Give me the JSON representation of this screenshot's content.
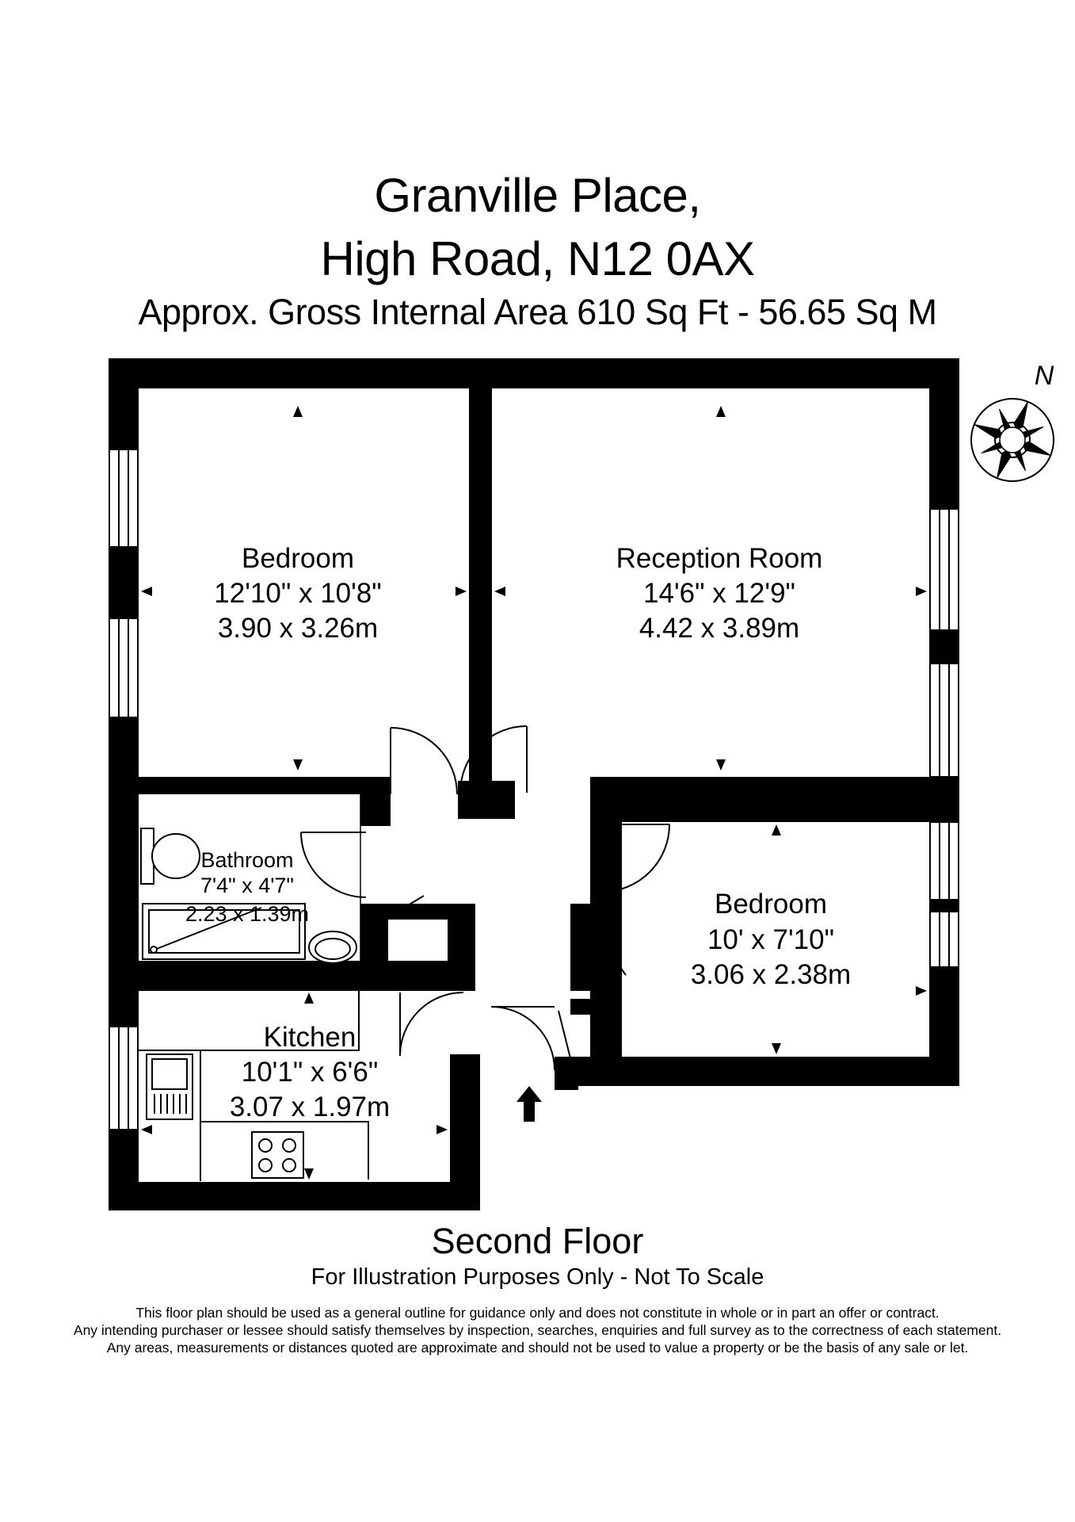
{
  "header": {
    "line1": "Granville Place,",
    "line2": "High Road, N12 0AX",
    "area": "Approx. Gross Internal Area   610 Sq Ft  -  56.65 Sq M"
  },
  "compass": {
    "label": "N"
  },
  "rooms": {
    "bedroom1": {
      "name": "Bedroom",
      "imperial": "12'10\" x 10'8\"",
      "metric": "3.90 x 3.26m"
    },
    "reception": {
      "name": "Reception Room",
      "imperial": "14'6\" x 12'9\"",
      "metric": "4.42 x 3.89m"
    },
    "bathroom": {
      "name": "Bathroom",
      "imperial": "7'4\" x 4'7\"",
      "metric": "2.23 x 1.39m"
    },
    "bedroom2": {
      "name": "Bedroom",
      "imperial": "10' x 7'10\"",
      "metric": "3.06 x 2.38m"
    },
    "kitchen": {
      "name": "Kitchen",
      "imperial": "10'1\" x 6'6\"",
      "metric": "3.07 x 1.97m"
    }
  },
  "footer": {
    "floor": "Second Floor",
    "scale_note": "For Illustration Purposes Only - Not To Scale",
    "disclaimer": [
      "This floor plan should be used as a general outline for guidance only and does not constitute in whole or in part an offer or contract.",
      "Any intending purchaser or lessee should satisfy themselves by inspection, searches, enquiries and full survey as to the correctness of each statement.",
      "Any areas, measurements or distances quoted are approximate and should not be used to value a property or be the basis of any sale or let."
    ]
  }
}
